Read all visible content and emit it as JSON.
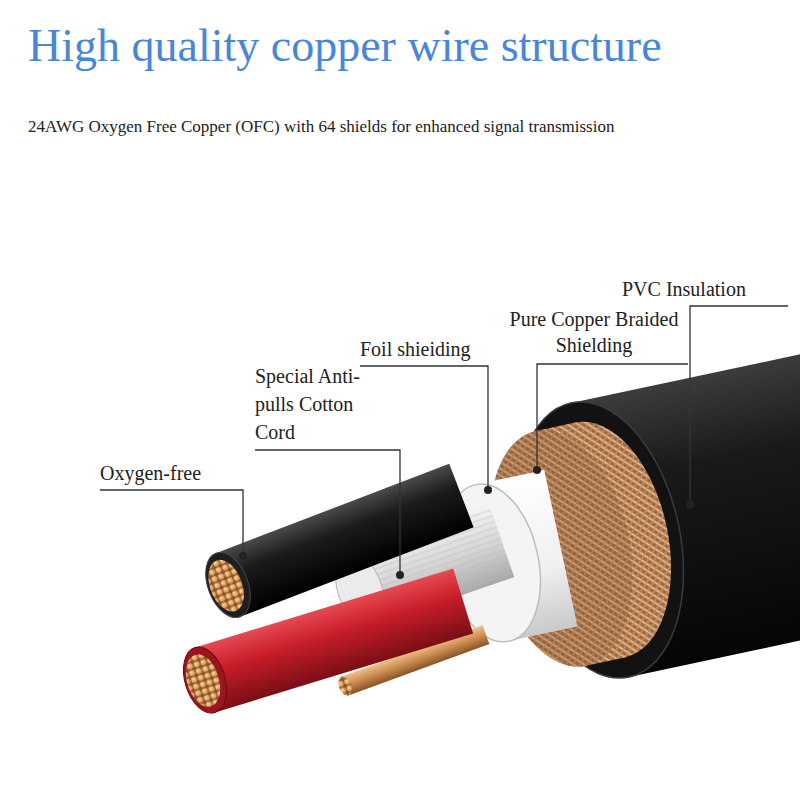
{
  "diagram": {
    "title": "High quality copper wire structure",
    "labels": [
      "24AWG Oxygen Free Copper (OFC) with 64 shields for enhanced signal transmission",
      "PVC Insulation",
      "Pure Copper Braided Shielding",
      "Foil shieiding",
      "Special Anti-pulls Cotton Cord",
      "Oxygen-free"
    ]
  }
}
